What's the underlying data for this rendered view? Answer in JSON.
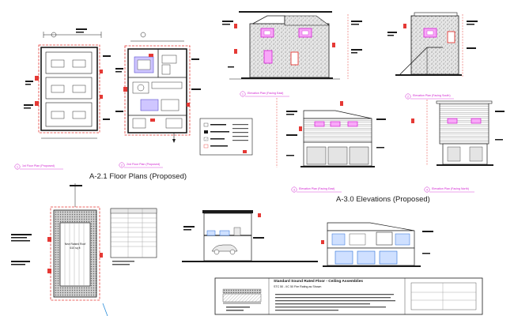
{
  "drawing_sheet": {
    "titles": {
      "floor_plans": "A-2.1 Floor Plans (Proposed)",
      "elevations": "A-3.0 Elevations (Proposed)"
    },
    "view_labels": {
      "plan_first": "1st Floor Plan (Proposed)",
      "plan_second": "2nd Floor Plan (Proposed)",
      "elev_front": "Elevation Plan (Facing East)",
      "elev_side": "Elevation Plan (Facing South)",
      "elev_rear": "Elevation Plan (Facing East)",
      "elev_north": "Elevation Plan (Facing North)"
    },
    "view_numbers": {
      "plan_first": "1",
      "plan_second": "2",
      "elev_front": "1",
      "elev_side": "2",
      "elev_rear": "3",
      "elev_north": "4"
    },
    "site_plan": {
      "deck_label_1": "New Raised Roof",
      "deck_label_2": "610 sq ft"
    },
    "assembly_box": {
      "title": "Standard Sound Rated Floor - Ceiling Assemblies",
      "subtitle": "STC 50 - IIC 50 Fire Rating as Shown"
    }
  },
  "colors": {
    "line": "#1a1a1a",
    "annotation": "#e53935",
    "magenta": "#d020d0",
    "hatch": "#9a9a9a"
  }
}
